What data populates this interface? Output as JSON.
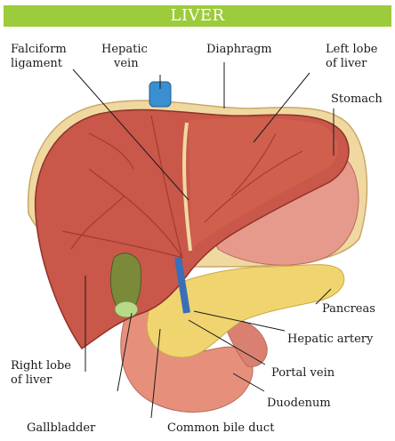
{
  "title": "LIVER",
  "labels": {
    "falciform": [
      "Falciform",
      "ligament"
    ],
    "hepatic_vein": [
      "Hepatic",
      "vein"
    ],
    "diaphragm": "Diaphragm",
    "left_lobe": [
      "Left lobe",
      "of liver"
    ],
    "stomach": "Stomach",
    "pancreas": "Pancreas",
    "hepatic_artery": "Hepatic artery",
    "portal_vein": "Portal vein",
    "duodenum": "Duodenum",
    "right_lobe": [
      "Right lobe",
      "of liver"
    ],
    "gallbladder": "Gallbladder",
    "common_bile_duct": "Common bile duct"
  },
  "colors": {
    "title_bar": "#9ccb3b",
    "liver": "#c9574a",
    "diaphragm": "#efd9a0",
    "stomach": "#e69a8c",
    "pancreas": "#f0d470",
    "duodenum": "#e6907c",
    "gallbladder": "#b9d98a",
    "hepatic_vein": "#3a8fd0"
  }
}
